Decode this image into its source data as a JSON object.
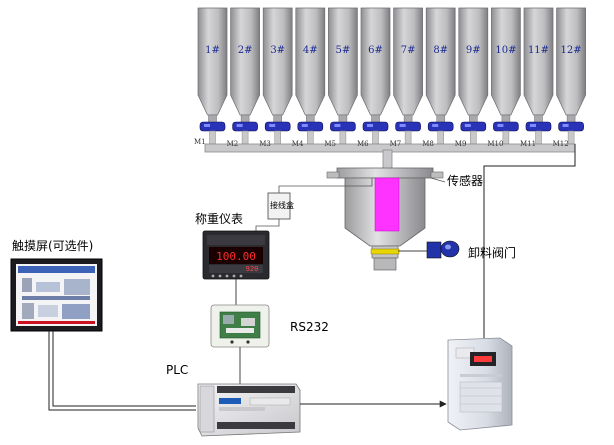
{
  "silos": [
    "1#",
    "2#",
    "3#",
    "4#",
    "5#",
    "6#",
    "7#",
    "8#",
    "9#",
    "10#",
    "11#",
    "12#"
  ],
  "motors": [
    "M1",
    "M2",
    "M3",
    "M4",
    "M5",
    "M6",
    "M7",
    "M8",
    "M9",
    "M10",
    "M11",
    "M12"
  ],
  "labels": {
    "sensor": "传感器",
    "junction_box": "接线盒",
    "weighing_meter": "称重仪表",
    "discharge_valve": "卸料阀门",
    "touchscreen": "触摸屏(可选件)",
    "rs232": "RS232",
    "plc": "PLC"
  },
  "meter_display": {
    "main": "100.00",
    "sub": "920"
  },
  "colors": {
    "silo": "#b9b9bb",
    "hopper_fill": "#ff33ff",
    "motor": "#2a32b8",
    "valve": "#2233aa",
    "pipe": "#9a9a9a"
  }
}
